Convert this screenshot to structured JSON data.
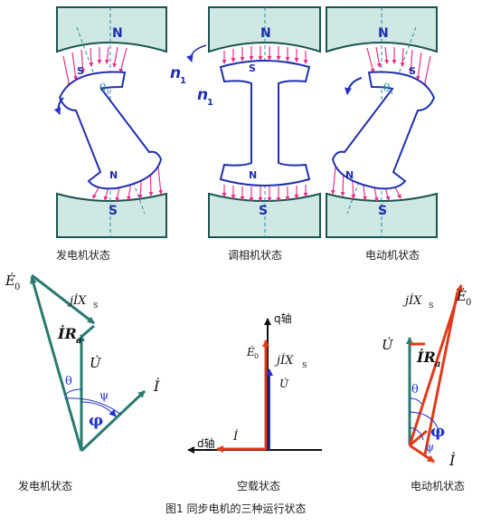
{
  "top_panels": [
    {
      "caption": "发电机状态",
      "pole_top": "N",
      "pole_bottom": "S",
      "rotor_top": "S",
      "rotor_bottom": "N",
      "angle_label": "θ",
      "angle_sub": "i"
    },
    {
      "caption": "调相机状态",
      "pole_top": "N",
      "pole_bottom": "S",
      "rotor_top": "S",
      "rotor_bottom": "N",
      "speed_label": "n",
      "speed_sub": "1"
    },
    {
      "caption": "电动机状态",
      "pole_top": "N",
      "pole_bottom": "S",
      "rotor_top": "S",
      "rotor_bottom": "N",
      "angle_label": "θ",
      "angle_sub": "i"
    }
  ],
  "phasor_generator": {
    "caption": "发电机状态",
    "E0": "Ė",
    "E0_sub": "0",
    "jIXs": "jİX",
    "jIXs_sub": "S",
    "IRa": "İR",
    "IRa_sub": "a",
    "U": "U̇",
    "I": "İ",
    "theta": "θ",
    "psi": "ψ",
    "phi": "φ"
  },
  "phasor_noload": {
    "caption": "空载状态",
    "q_axis": "q轴",
    "d_axis": "d轴",
    "E0": "Ė",
    "E0_sub": "0",
    "jIXs": "jİX",
    "jIXs_sub": "S",
    "U": "U̇",
    "I": "İ"
  },
  "phasor_motor": {
    "caption": "电动机状态",
    "E0": "Ė",
    "E0_sub": "0",
    "jIXs": "jİX",
    "jIXs_sub": "S",
    "IRa": "İR",
    "IRa_sub": "a",
    "U": "U̇",
    "I": "İ",
    "theta": "θ",
    "psi": "ψ",
    "phi": "φ"
  },
  "figure_caption": "图1 同步电机的三种运行状态",
  "colors": {
    "stator_fill": "#cfe8e4",
    "outline": "#1a5550",
    "rotor": "#1f2fb0",
    "flux": "#e8308a",
    "phasor_gen": "#2a7a70",
    "phasor_red": "#e03a1a",
    "blue": "#2233cc"
  }
}
